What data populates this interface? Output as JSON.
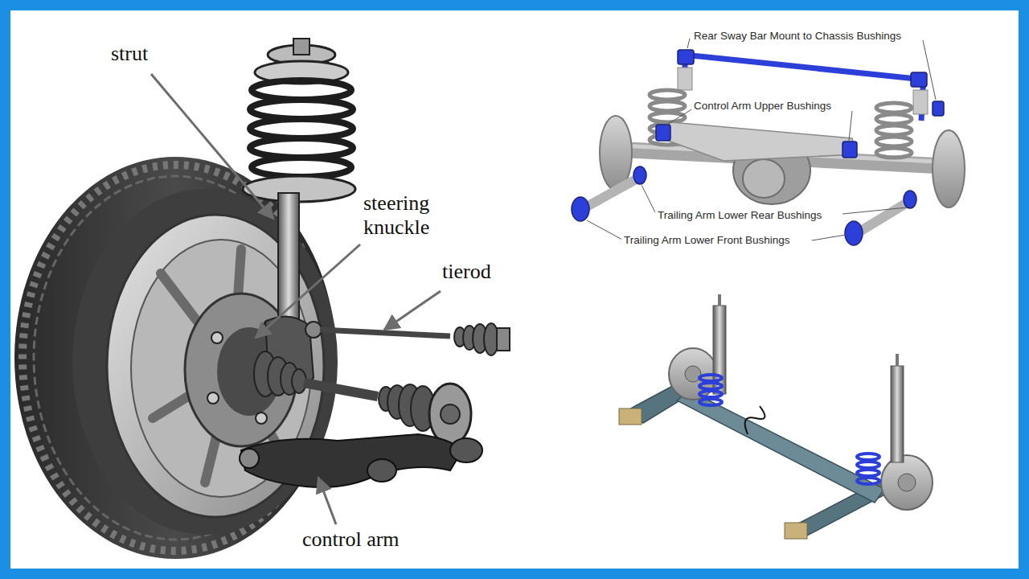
{
  "diagram": {
    "labels": [
      "strut",
      "steering knuckle",
      "tierod",
      "control arm",
      "Rear Sway Bar Mount to Chassis Bushings",
      "Control Arm Upper Bushings",
      "Trailing Arm Lower Rear Bushings",
      "Trailing Arm Lower Front Bushings"
    ]
  }
}
